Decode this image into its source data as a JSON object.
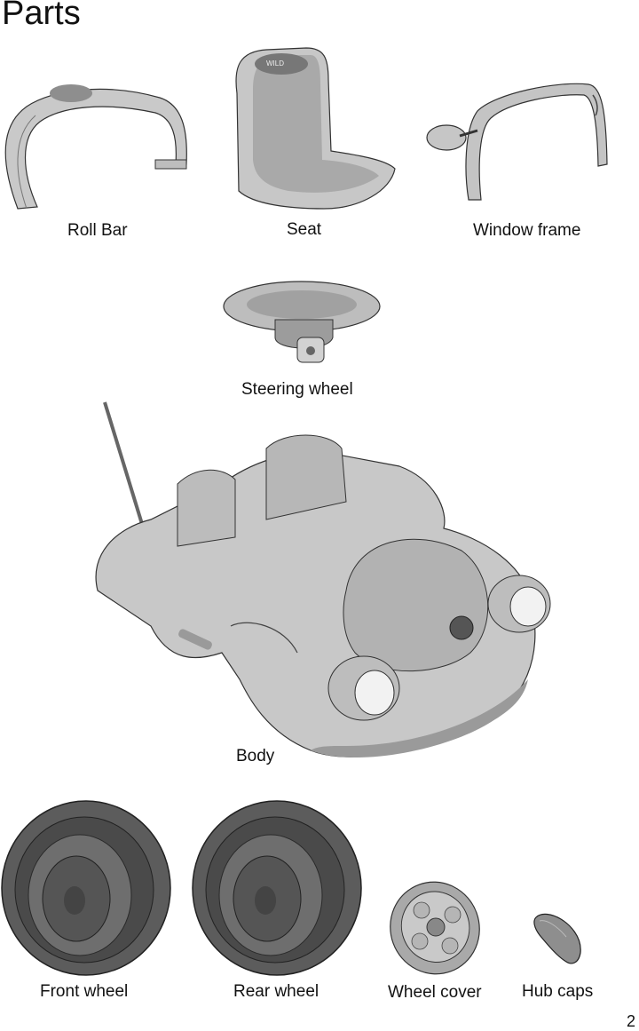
{
  "page": {
    "title": "Parts",
    "page_number": "2"
  },
  "parts": {
    "roll_bar": "Roll Bar",
    "seat": "Seat",
    "window_frame": "Window frame",
    "steering_wheel": "Steering wheel",
    "body": "Body",
    "front_wheel": "Front wheel",
    "rear_wheel": "Rear wheel",
    "wheel_cover": "Wheel cover",
    "hub_caps": "Hub caps"
  }
}
